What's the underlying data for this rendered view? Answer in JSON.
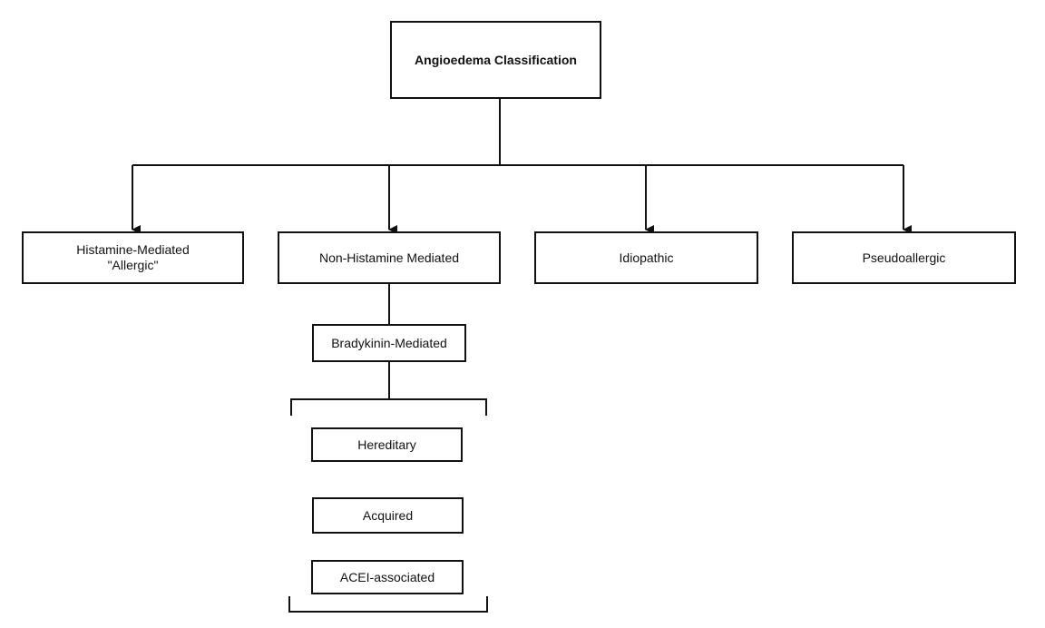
{
  "diagram": {
    "root": {
      "label": "Angioedema Classification"
    },
    "categories": [
      {
        "line1": "Histamine-Mediated",
        "line2": "\"Allergic\""
      },
      {
        "line1": "Non-Histamine Mediated",
        "line2": ""
      },
      {
        "line1": "Idiopathic",
        "line2": ""
      },
      {
        "line1": "Pseudoallergic",
        "line2": ""
      }
    ],
    "sub": {
      "label": "Bradykinin-Mediated"
    },
    "subtypes": [
      {
        "label": "Hereditary"
      },
      {
        "label": "Acquired"
      },
      {
        "label": "ACEI-associated"
      }
    ],
    "colors": {
      "stroke": "#111111",
      "fill": "#ffffff"
    }
  }
}
